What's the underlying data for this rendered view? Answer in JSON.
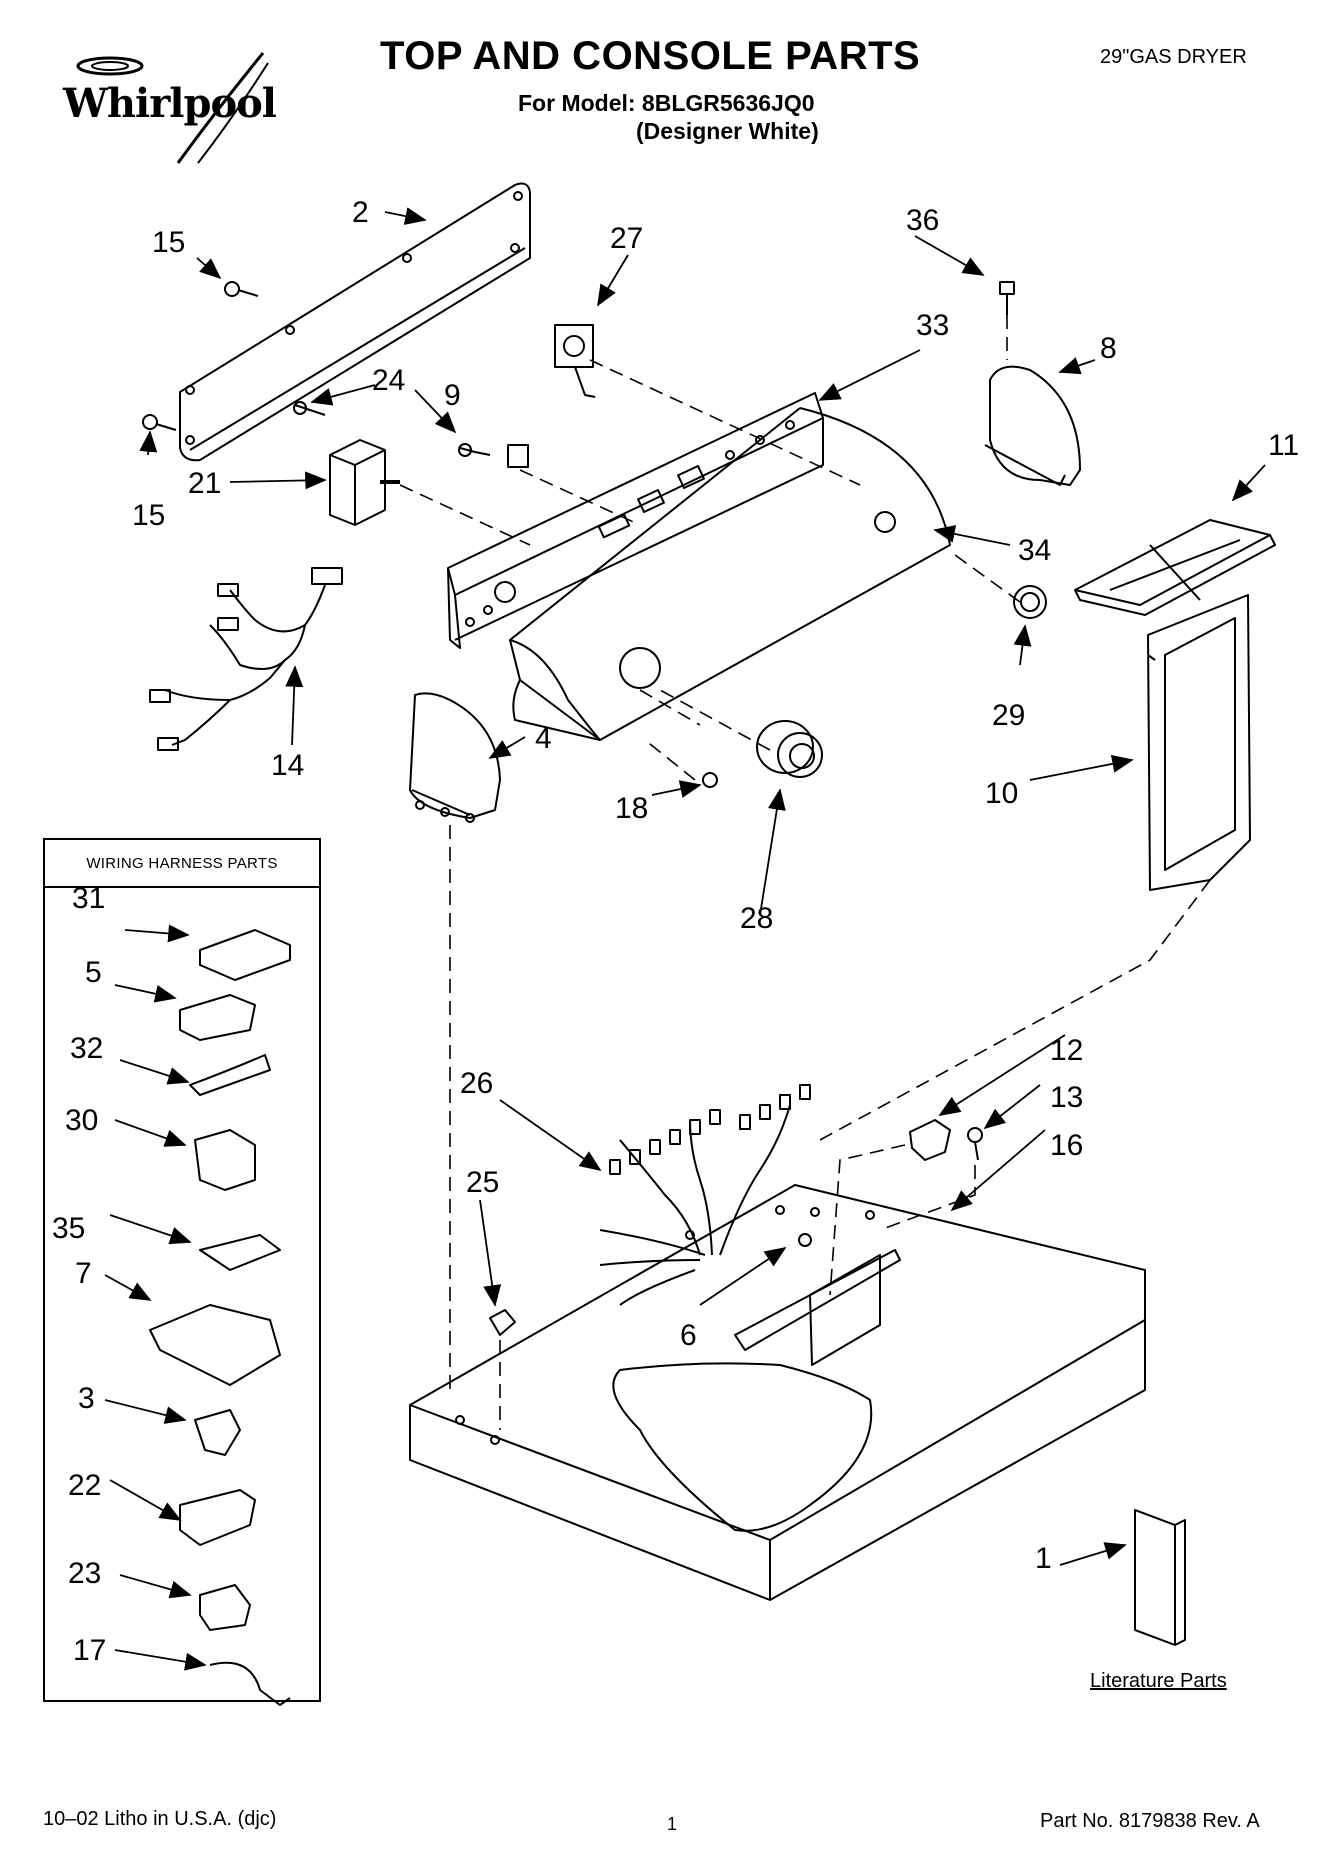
{
  "header": {
    "brand": "Whirlpool",
    "title": "TOP AND CONSOLE PARTS",
    "model_line": "For Model: 8BLGR5636JQ0",
    "finish_line": "(Designer White)",
    "product": "29\"GAS DRYER"
  },
  "callouts": {
    "c1": "1",
    "c2": "2",
    "c3": "3",
    "c4": "4",
    "c5": "5",
    "c6": "6",
    "c7": "7",
    "c8": "8",
    "c9": "9",
    "c10": "10",
    "c11": "11",
    "c12": "12",
    "c13": "13",
    "c14": "14",
    "c15a": "15",
    "c15b": "15",
    "c16": "16",
    "c17": "17",
    "c18": "18",
    "c21": "21",
    "c22": "22",
    "c23": "23",
    "c24": "24",
    "c25": "25",
    "c26": "26",
    "c27": "27",
    "c28": "28",
    "c29": "29",
    "c30": "30",
    "c31": "31",
    "c32": "32",
    "c33": "33",
    "c34": "34",
    "c35": "35",
    "c36": "36"
  },
  "harness_box": {
    "heading": "WIRING HARNESS PARTS"
  },
  "literature_label": "Literature Parts",
  "footer": {
    "left": "10–02 Litho in U.S.A. (djc)",
    "page": "1",
    "part_no": "Part No. 8179838 Rev. A"
  }
}
